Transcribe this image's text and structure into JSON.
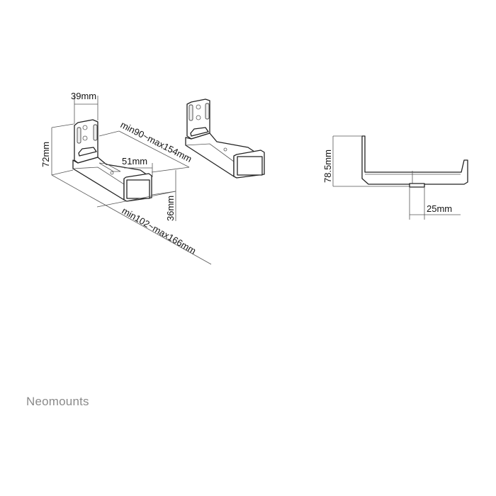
{
  "dimensions": {
    "plate_width": "39mm",
    "height": "72mm",
    "inner_length": "min90~max154mm",
    "end_width": "51mm",
    "end_height": "36mm",
    "outer_length": "min102~max166mm",
    "side_height": "78.5mm",
    "foot_width": "25mm"
  },
  "brand": {
    "name": "Neomounts",
    "color": "#8a8a8a"
  }
}
